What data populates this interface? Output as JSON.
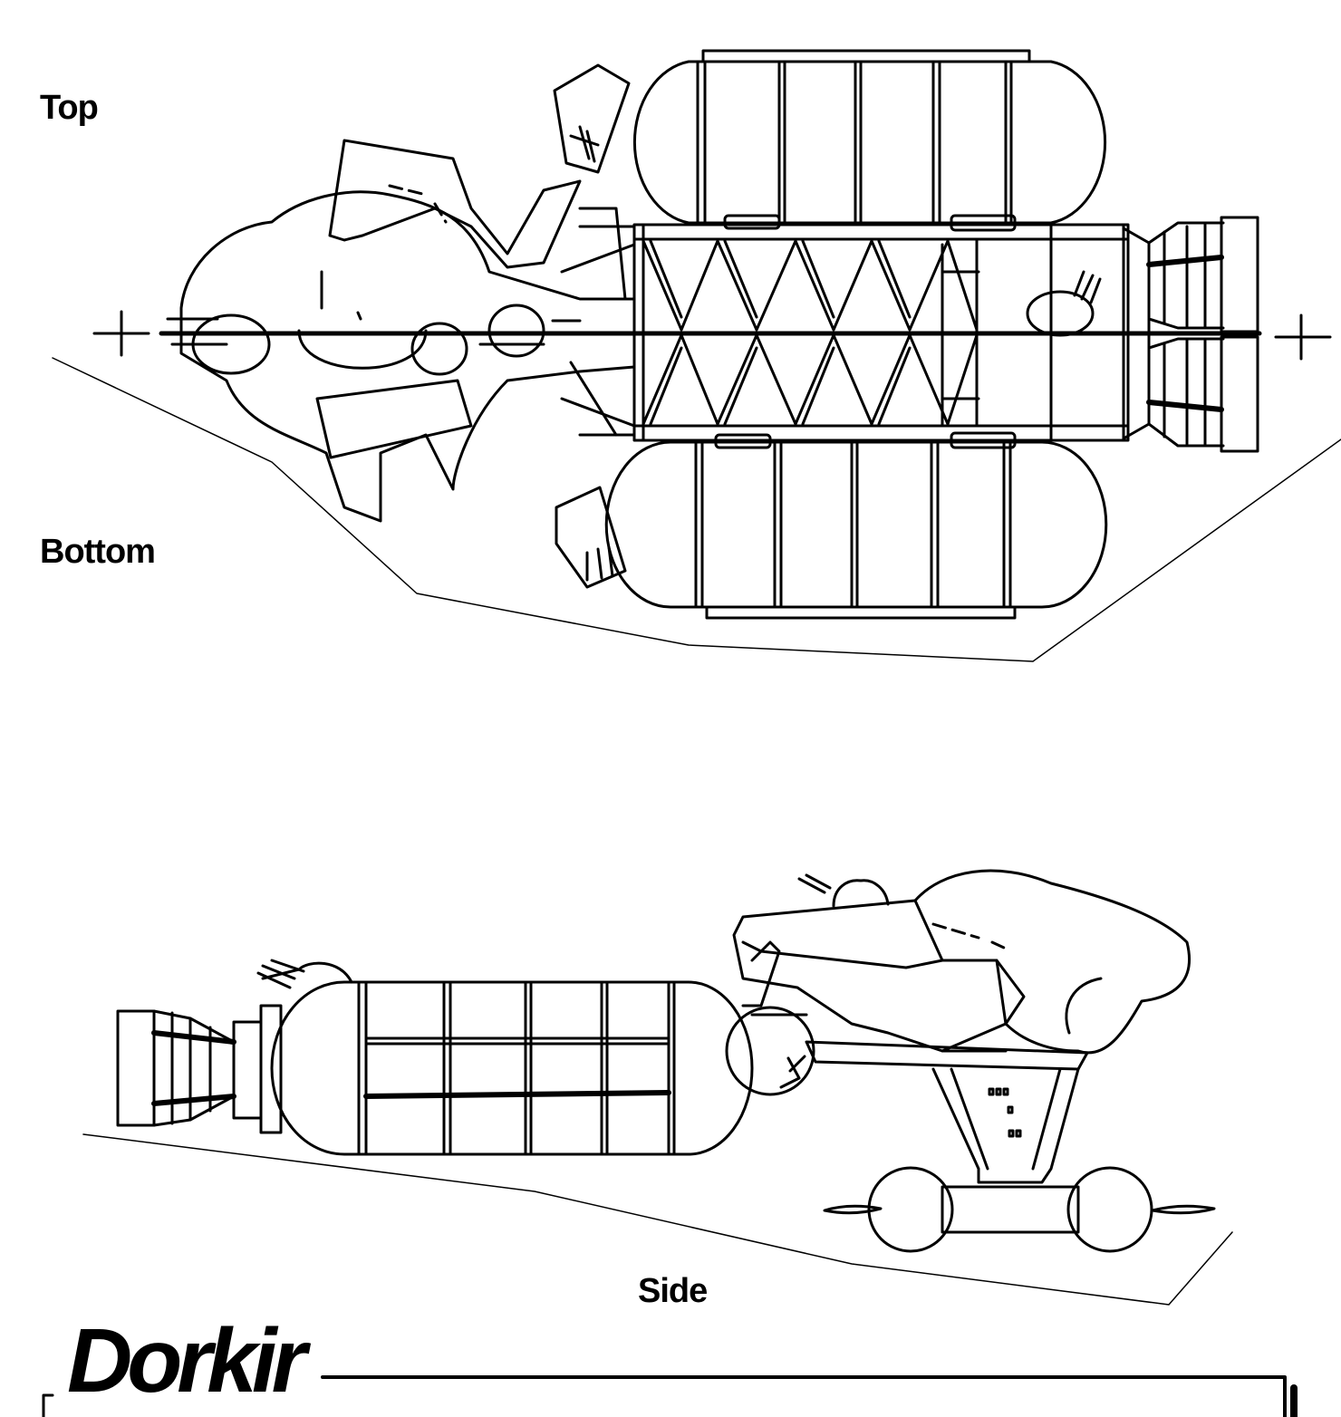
{
  "labels": {
    "top": "Top",
    "bottom": "Bottom",
    "side": "Side"
  },
  "title": "Dorkir"
}
